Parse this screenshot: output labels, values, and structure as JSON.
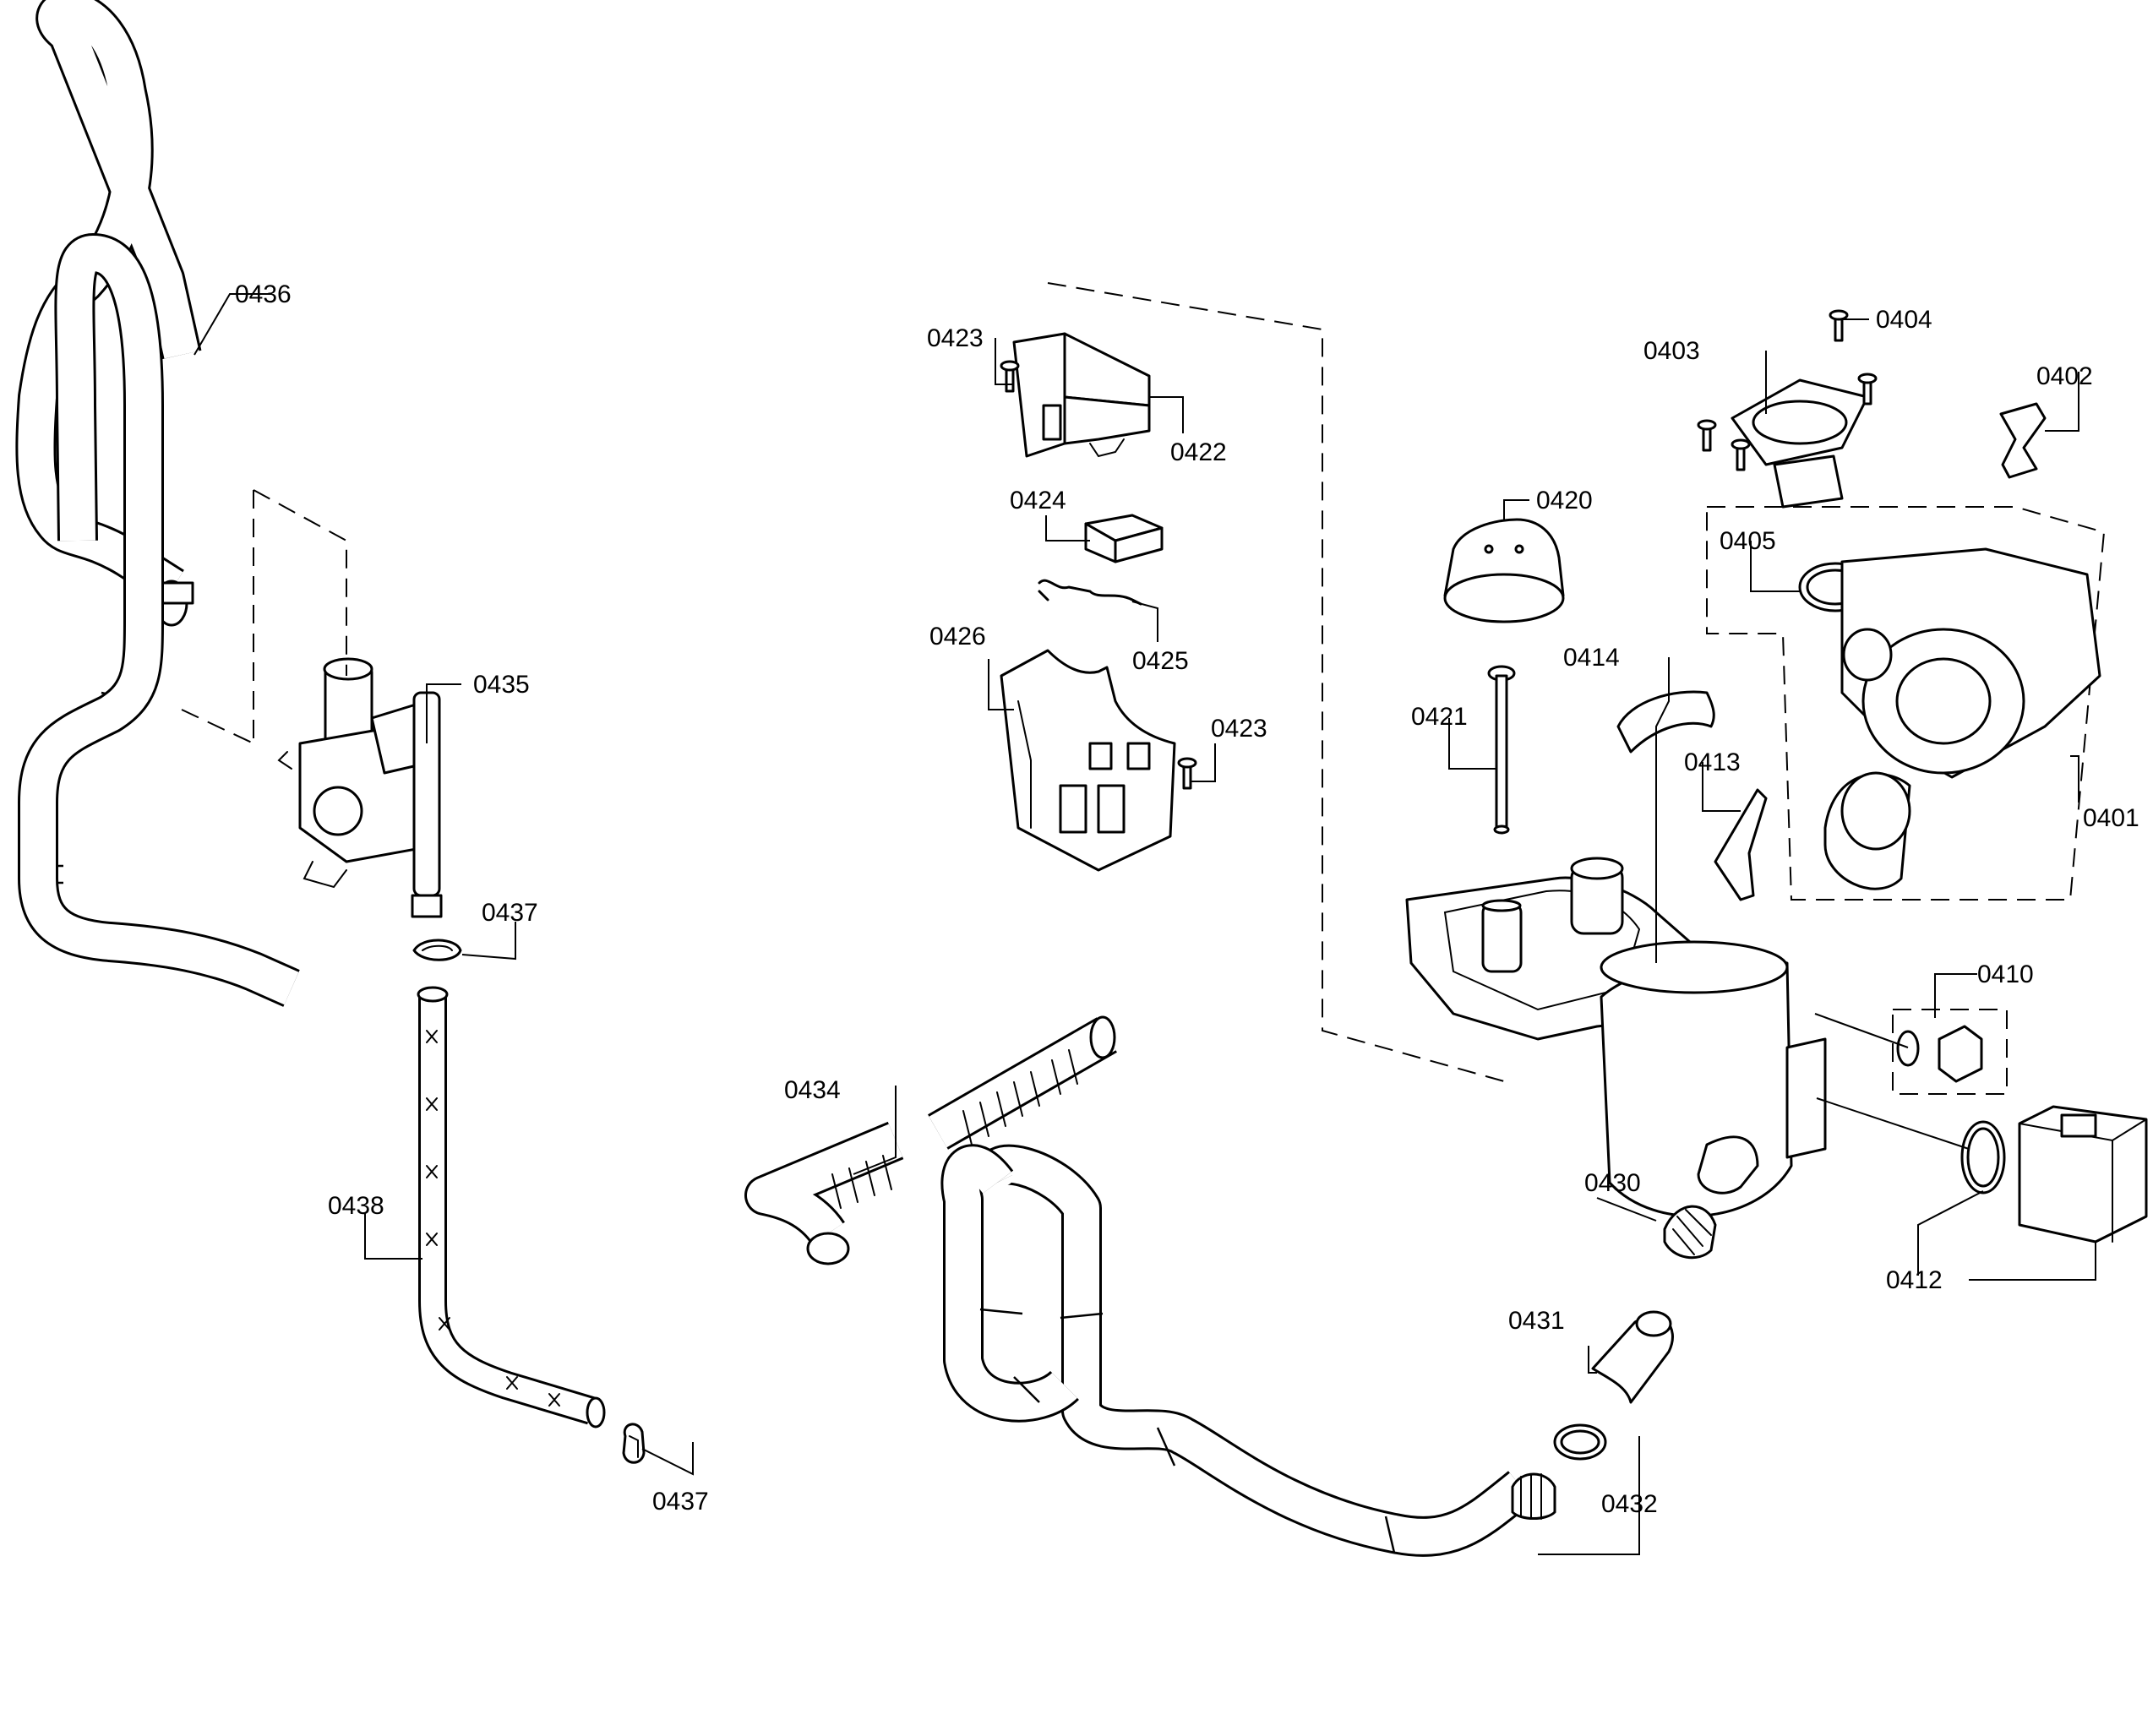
{
  "diagram": {
    "callouts": {
      "c0401": "0401",
      "c0402": "0402",
      "c0403": "0403",
      "c0404": "0404",
      "c0405": "0405",
      "c0410": "0410",
      "c0412": "0412",
      "c0413": "0413",
      "c0414": "0414",
      "c0420": "0420",
      "c0421": "0421",
      "c0422": "0422",
      "c0423a": "0423",
      "c0423b": "0423",
      "c0424": "0424",
      "c0425": "0425",
      "c0426": "0426",
      "c0430": "0430",
      "c0431": "0431",
      "c0432": "0432",
      "c0434": "0434",
      "c0435": "0435",
      "c0436": "0436",
      "c0437a": "0437",
      "c0437b": "0437",
      "c0438": "0438"
    }
  }
}
